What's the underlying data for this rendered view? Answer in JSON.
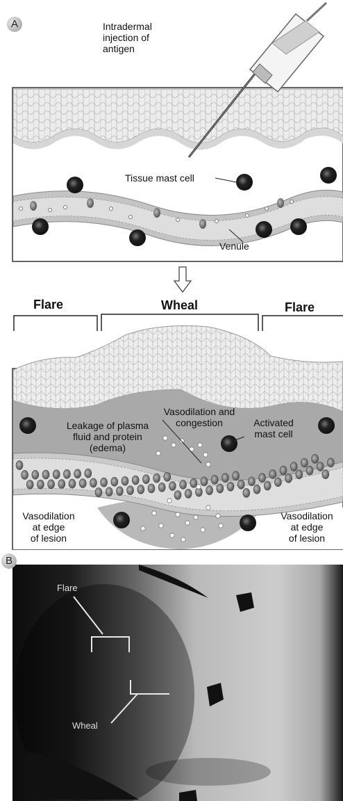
{
  "panel_a": {
    "letter": "A",
    "injection_label": "Intradermal\ninjection of\nantigen",
    "tissue_mast_cell_label": "Tissue mast cell",
    "venule_label": "Venule"
  },
  "reaction": {
    "flare_left": "Flare",
    "wheal": "Wheal",
    "flare_right": "Flare",
    "vasodilation_congestion": "Vasodilation and\ncongestion",
    "leakage": "Leakage of plasma\nfluid and protein\n(edema)",
    "activated_mast_cell": "Activated\nmast cell",
    "vasodilation_left": "Vasodilation\nat edge\nof lesion",
    "vasodilation_right": "Vasodilation\nat edge\nof lesion"
  },
  "panel_b": {
    "letter": "B",
    "flare_label": "Flare",
    "wheal_label": "Wheal"
  }
}
